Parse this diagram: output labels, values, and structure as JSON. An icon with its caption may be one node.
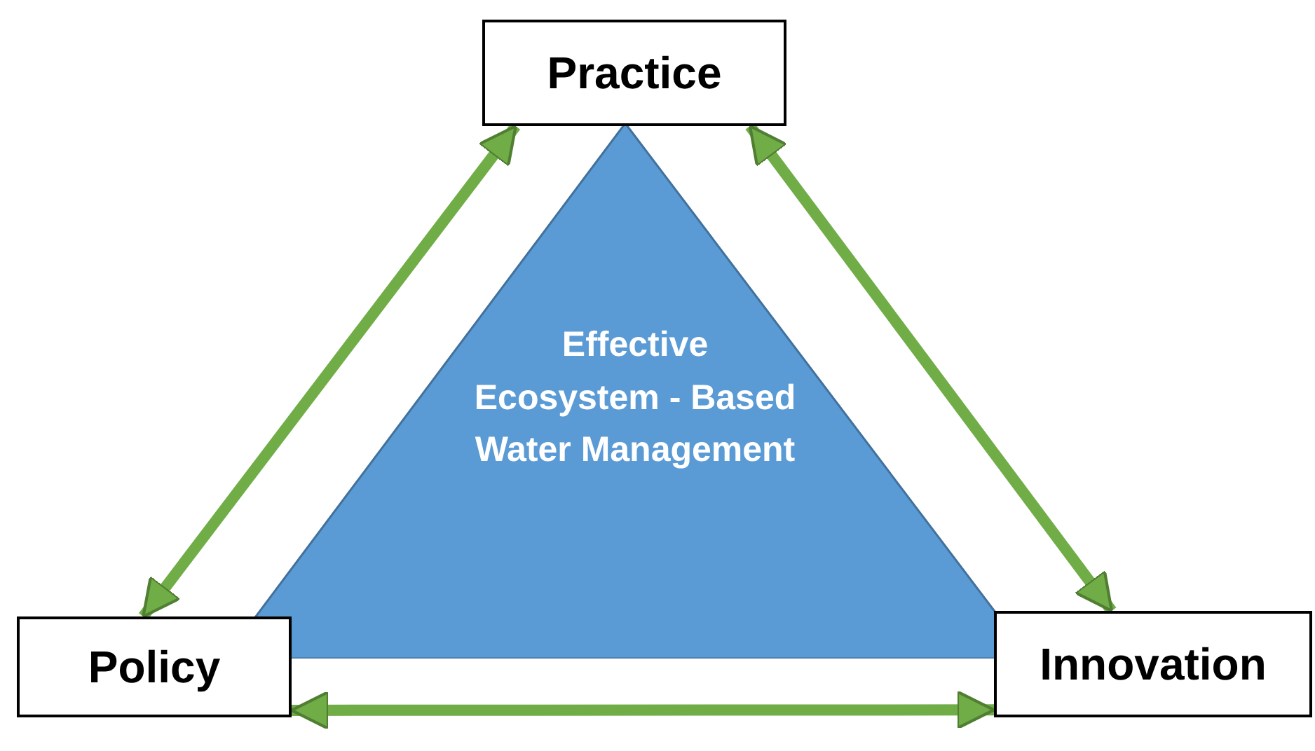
{
  "diagram": {
    "nodes": [
      {
        "text": [
          "Practice"
        ]
      },
      {
        "text": [
          "Effective Ecosystem - Based Water Management"
        ]
      },
      {
        "text": [
          "Policy"
        ]
      },
      {
        "text": [
          "Innovation"
        ]
      }
    ],
    "edges": [
      {
        "from": 0,
        "to": 2,
        "arrow": "both"
      },
      {
        "from": 0,
        "to": 3,
        "arrow": "both"
      },
      {
        "from": 2,
        "to": 3,
        "arrow": "both"
      }
    ]
  }
}
